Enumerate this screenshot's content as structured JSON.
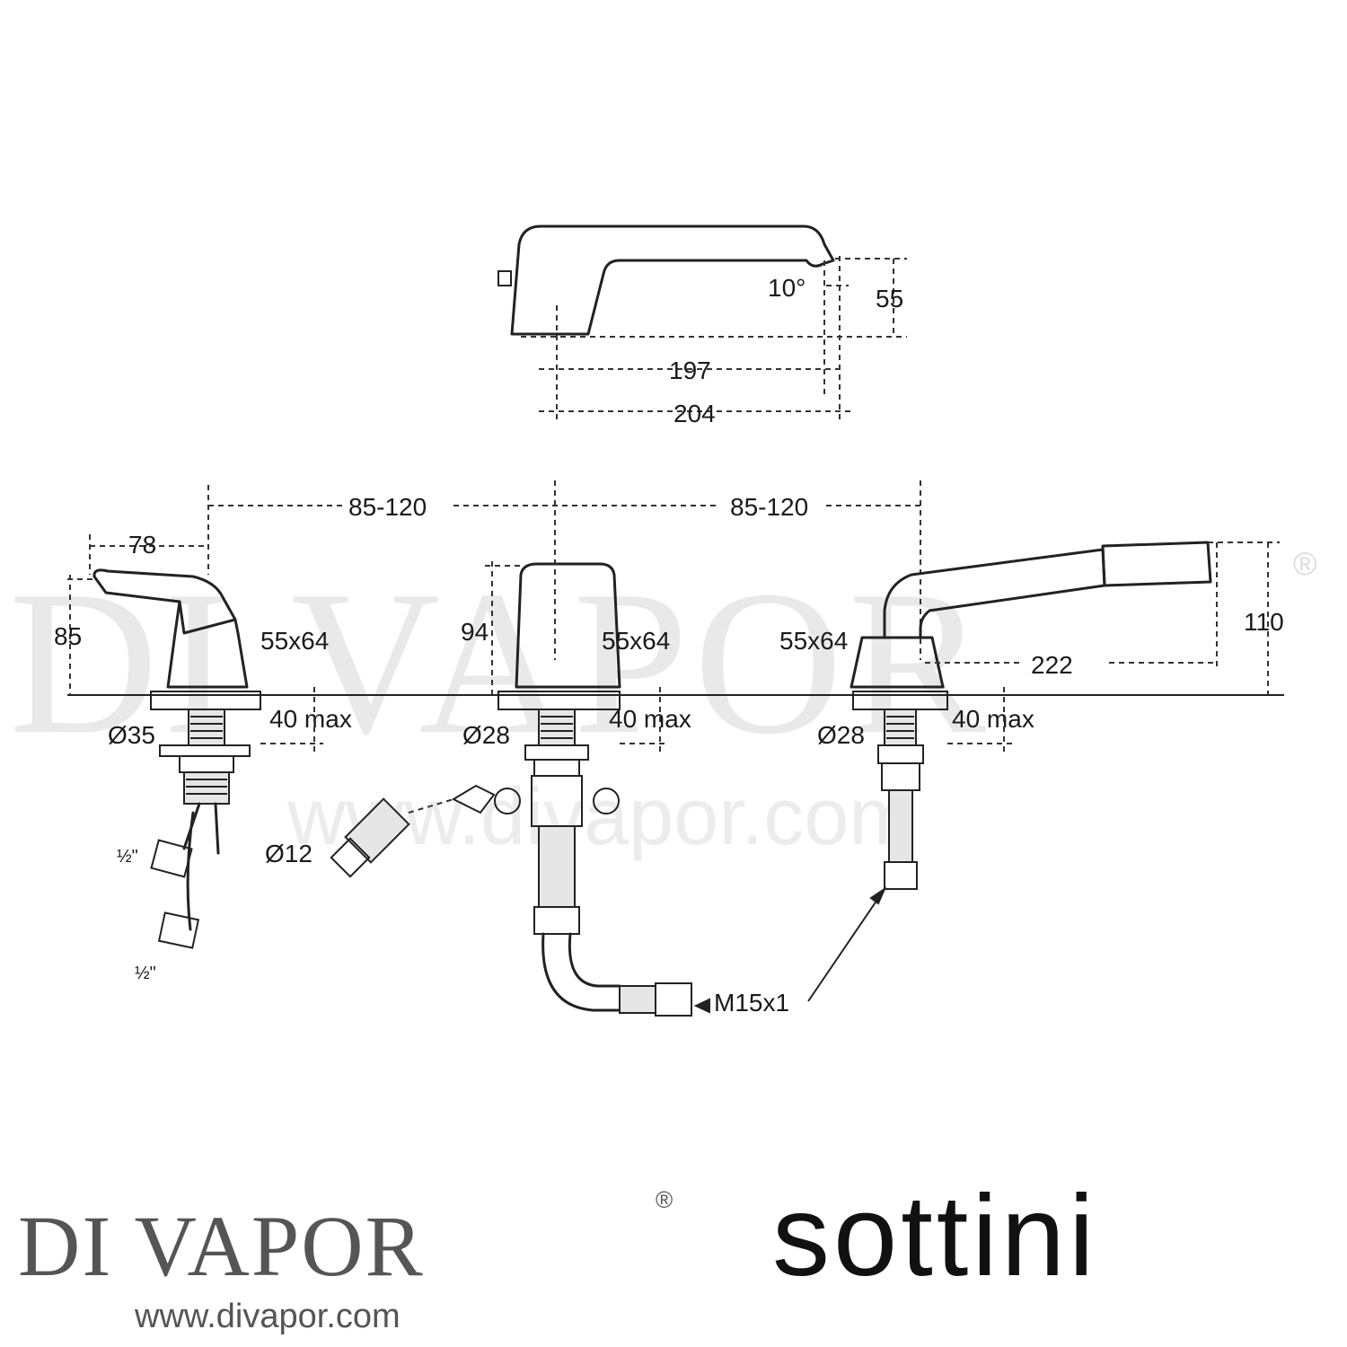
{
  "watermark": {
    "brand": "DI VAPOR",
    "registered": "®",
    "url": "www.divapor.com"
  },
  "dimensions": {
    "spout_angle": "10°",
    "spout_height": "55",
    "spout_reach": "197",
    "spout_length": "204",
    "spacing_left": "85-120",
    "spacing_right": "85-120",
    "lever_length": "78",
    "lever_height": "85",
    "valve_height": "94",
    "handset_height": "110",
    "handset_length": "222",
    "rosette_left": "55x64",
    "rosette_center": "55x64",
    "rosette_right": "55x64",
    "deck_left": "40 max",
    "deck_center": "40 max",
    "deck_right": "40 max",
    "shank_left": "Ø35",
    "shank_center": "Ø28",
    "shank_right": "Ø28",
    "inlet_connector": "Ø12",
    "supply_thread_1": "½\"",
    "supply_thread_2": "½\"",
    "hose_thread": "M15x1"
  },
  "footer": {
    "brand": "DI VAPOR",
    "registered": "®",
    "url": "www.divapor.com",
    "partner": "sottini"
  }
}
